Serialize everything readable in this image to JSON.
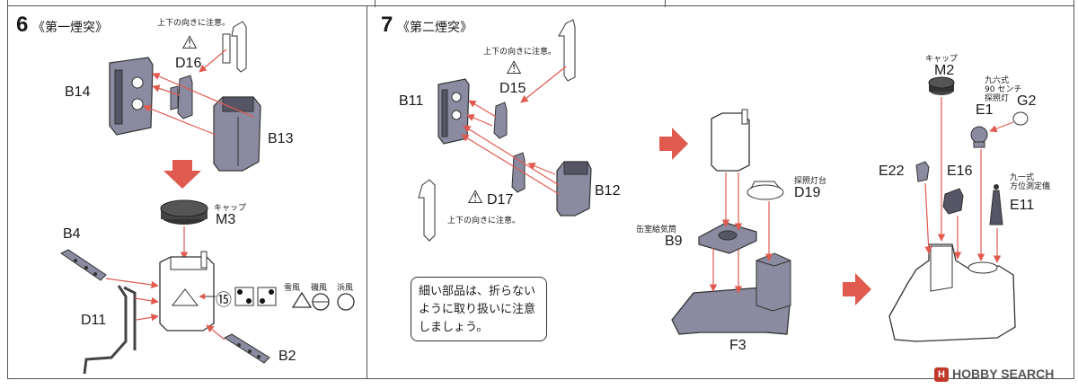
{
  "step6": {
    "number": "6",
    "title": "《第一煙突》",
    "caution_d16": "上下の向きに注意。",
    "parts": {
      "d16": "D16",
      "b14": "B14",
      "b13": "B13",
      "m3": "M3",
      "b4": "B4",
      "d11": "D11",
      "b2": "B2"
    },
    "cap_label": "キャップ",
    "marking_num": "⑮",
    "ship_names": [
      "雪風",
      "磯風",
      "浜風"
    ]
  },
  "step7": {
    "number": "7",
    "title": "《第二煙突》",
    "caution_d15": "上下の向きに注意。",
    "caution_d17": "上下の向きに注意。",
    "parts": {
      "b11": "B11",
      "d15": "D15",
      "d17": "D17",
      "b12": "B12",
      "d19": "D19",
      "b9": "B9",
      "f3": "F3",
      "m2": "M2",
      "e1": "E1",
      "g2": "G2",
      "e22": "E22",
      "e16": "E16",
      "e11": "E11"
    },
    "d19_desc": "探照灯台",
    "b9_desc": "缶室給気筒",
    "m2_desc": "キャップ",
    "e1_desc": [
      "九六式",
      "90 センチ",
      "探照灯"
    ],
    "e11_desc": [
      "九一式",
      "方位測定儀"
    ],
    "note_lines": [
      "細い部品は、折らない",
      "ように取り扱いに注意",
      "しましょう。"
    ]
  },
  "watermark": "HOBBY SEARCH",
  "colors": {
    "part": "#8a8aa0",
    "part_dark": "#555566",
    "arrow": "#e05a4f",
    "cap": "#333333"
  }
}
